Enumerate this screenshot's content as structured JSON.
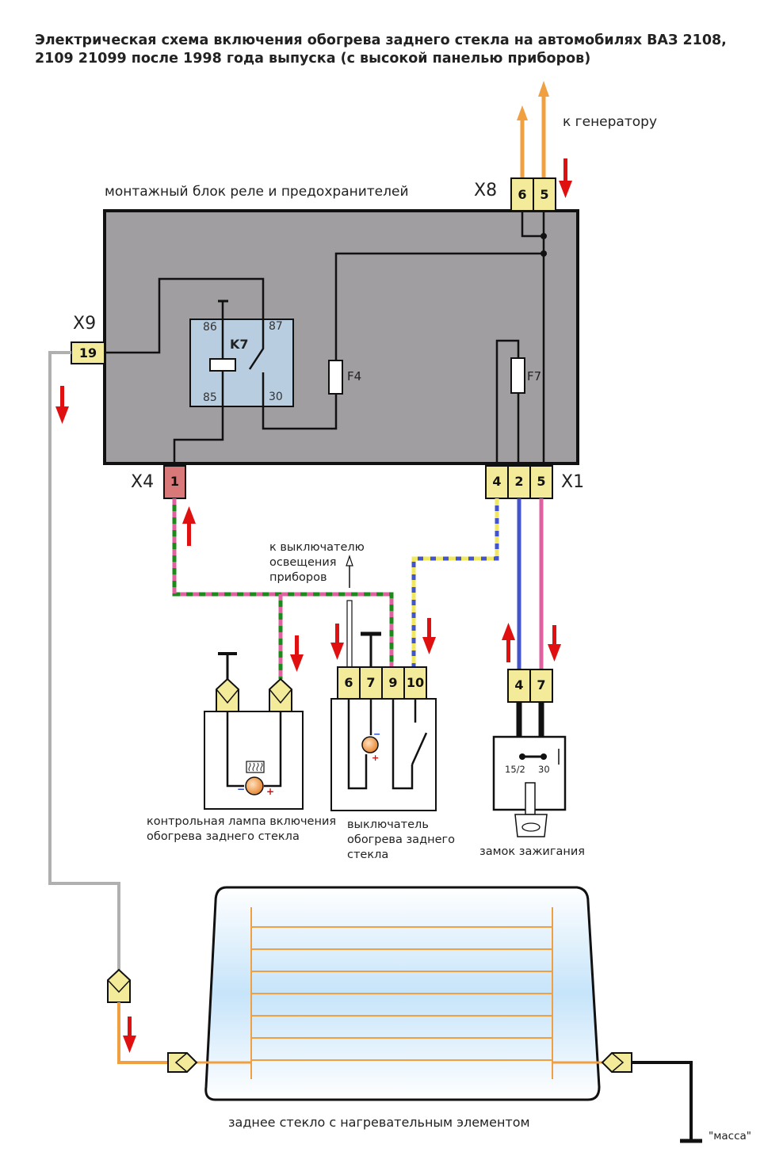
{
  "title": "Электрическая схема включения обогрева заднего стекла на автомобилях ВАЗ 2108, 2109 21099 после 1998 года выпуска (с высокой панелью приборов)",
  "labels": {
    "generator": "к генератору",
    "mount_block": "монтажный блок реле и предохранителей",
    "x8": "X8",
    "x9": "X9",
    "x4": "X4",
    "x1": "X1",
    "relay": "K7",
    "relay_86": "86",
    "relay_87": "87",
    "relay_85": "85",
    "relay_30": "30",
    "fuse_f4": "F4",
    "fuse_f7": "F7",
    "to_switch": "к выключателю освещения приборов",
    "lamp": "контрольная лампа включения обогрева заднего стекла",
    "switch": "выключатель обогрева заднего стекла",
    "ignition": "замок зажигания",
    "ign_152": "15/2",
    "ign_30": "30",
    "rear_glass": "заднее стекло с нагревательным элементом",
    "ground": "\"масса\""
  },
  "pins": {
    "x8": [
      "6",
      "5"
    ],
    "x9": [
      "19"
    ],
    "x4": [
      "1"
    ],
    "x1": [
      "4",
      "2",
      "5"
    ],
    "switch": [
      "6",
      "7",
      "9",
      "10"
    ],
    "ignition": [
      "4",
      "7"
    ]
  },
  "colors": {
    "block_fill": "#a09ea0",
    "relay_fill": "#b8cde0",
    "pin_fill": "#f3eb9a",
    "pin_red": "#d87878",
    "wire_orange": "#f0a040",
    "wire_gray": "#b0b0b0",
    "wire_green": "#1a8a1a",
    "wire_pink": "#e060a0",
    "wire_blue": "#4455cc",
    "wire_yellow": "#f0e860",
    "arrow_red": "#e01010"
  }
}
